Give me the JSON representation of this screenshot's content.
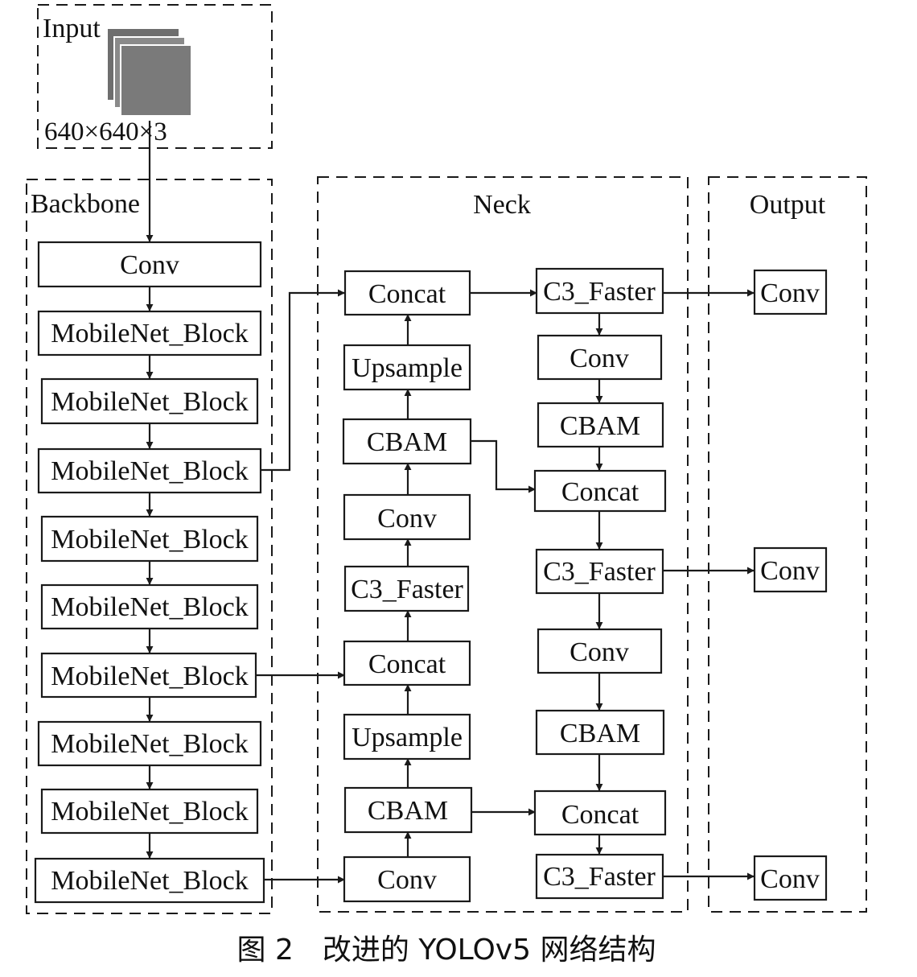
{
  "groups": {
    "input": "Input",
    "backbone": "Backbone",
    "neck": "Neck",
    "output": "Output"
  },
  "input_dims": "640×640×3",
  "backbone": [
    "Conv",
    "MobileNet_Block",
    "MobileNet_Block",
    "MobileNet_Block",
    "MobileNet_Block",
    "MobileNet_Block",
    "MobileNet_Block",
    "MobileNet_Block",
    "MobileNet_Block",
    "MobileNet_Block"
  ],
  "neck_left": [
    "Concat",
    "Upsample",
    "CBAM",
    "Conv",
    "C3_Faster",
    "Concat",
    "Upsample",
    "CBAM",
    "Conv"
  ],
  "neck_right": [
    "C3_Faster",
    "Conv",
    "CBAM",
    "Concat",
    "C3_Faster",
    "Conv",
    "CBAM",
    "Concat",
    "C3_Faster"
  ],
  "output": [
    "Conv",
    "Conv",
    "Conv"
  ],
  "caption": "图 2　改进的 YOLOv5 网络结构"
}
